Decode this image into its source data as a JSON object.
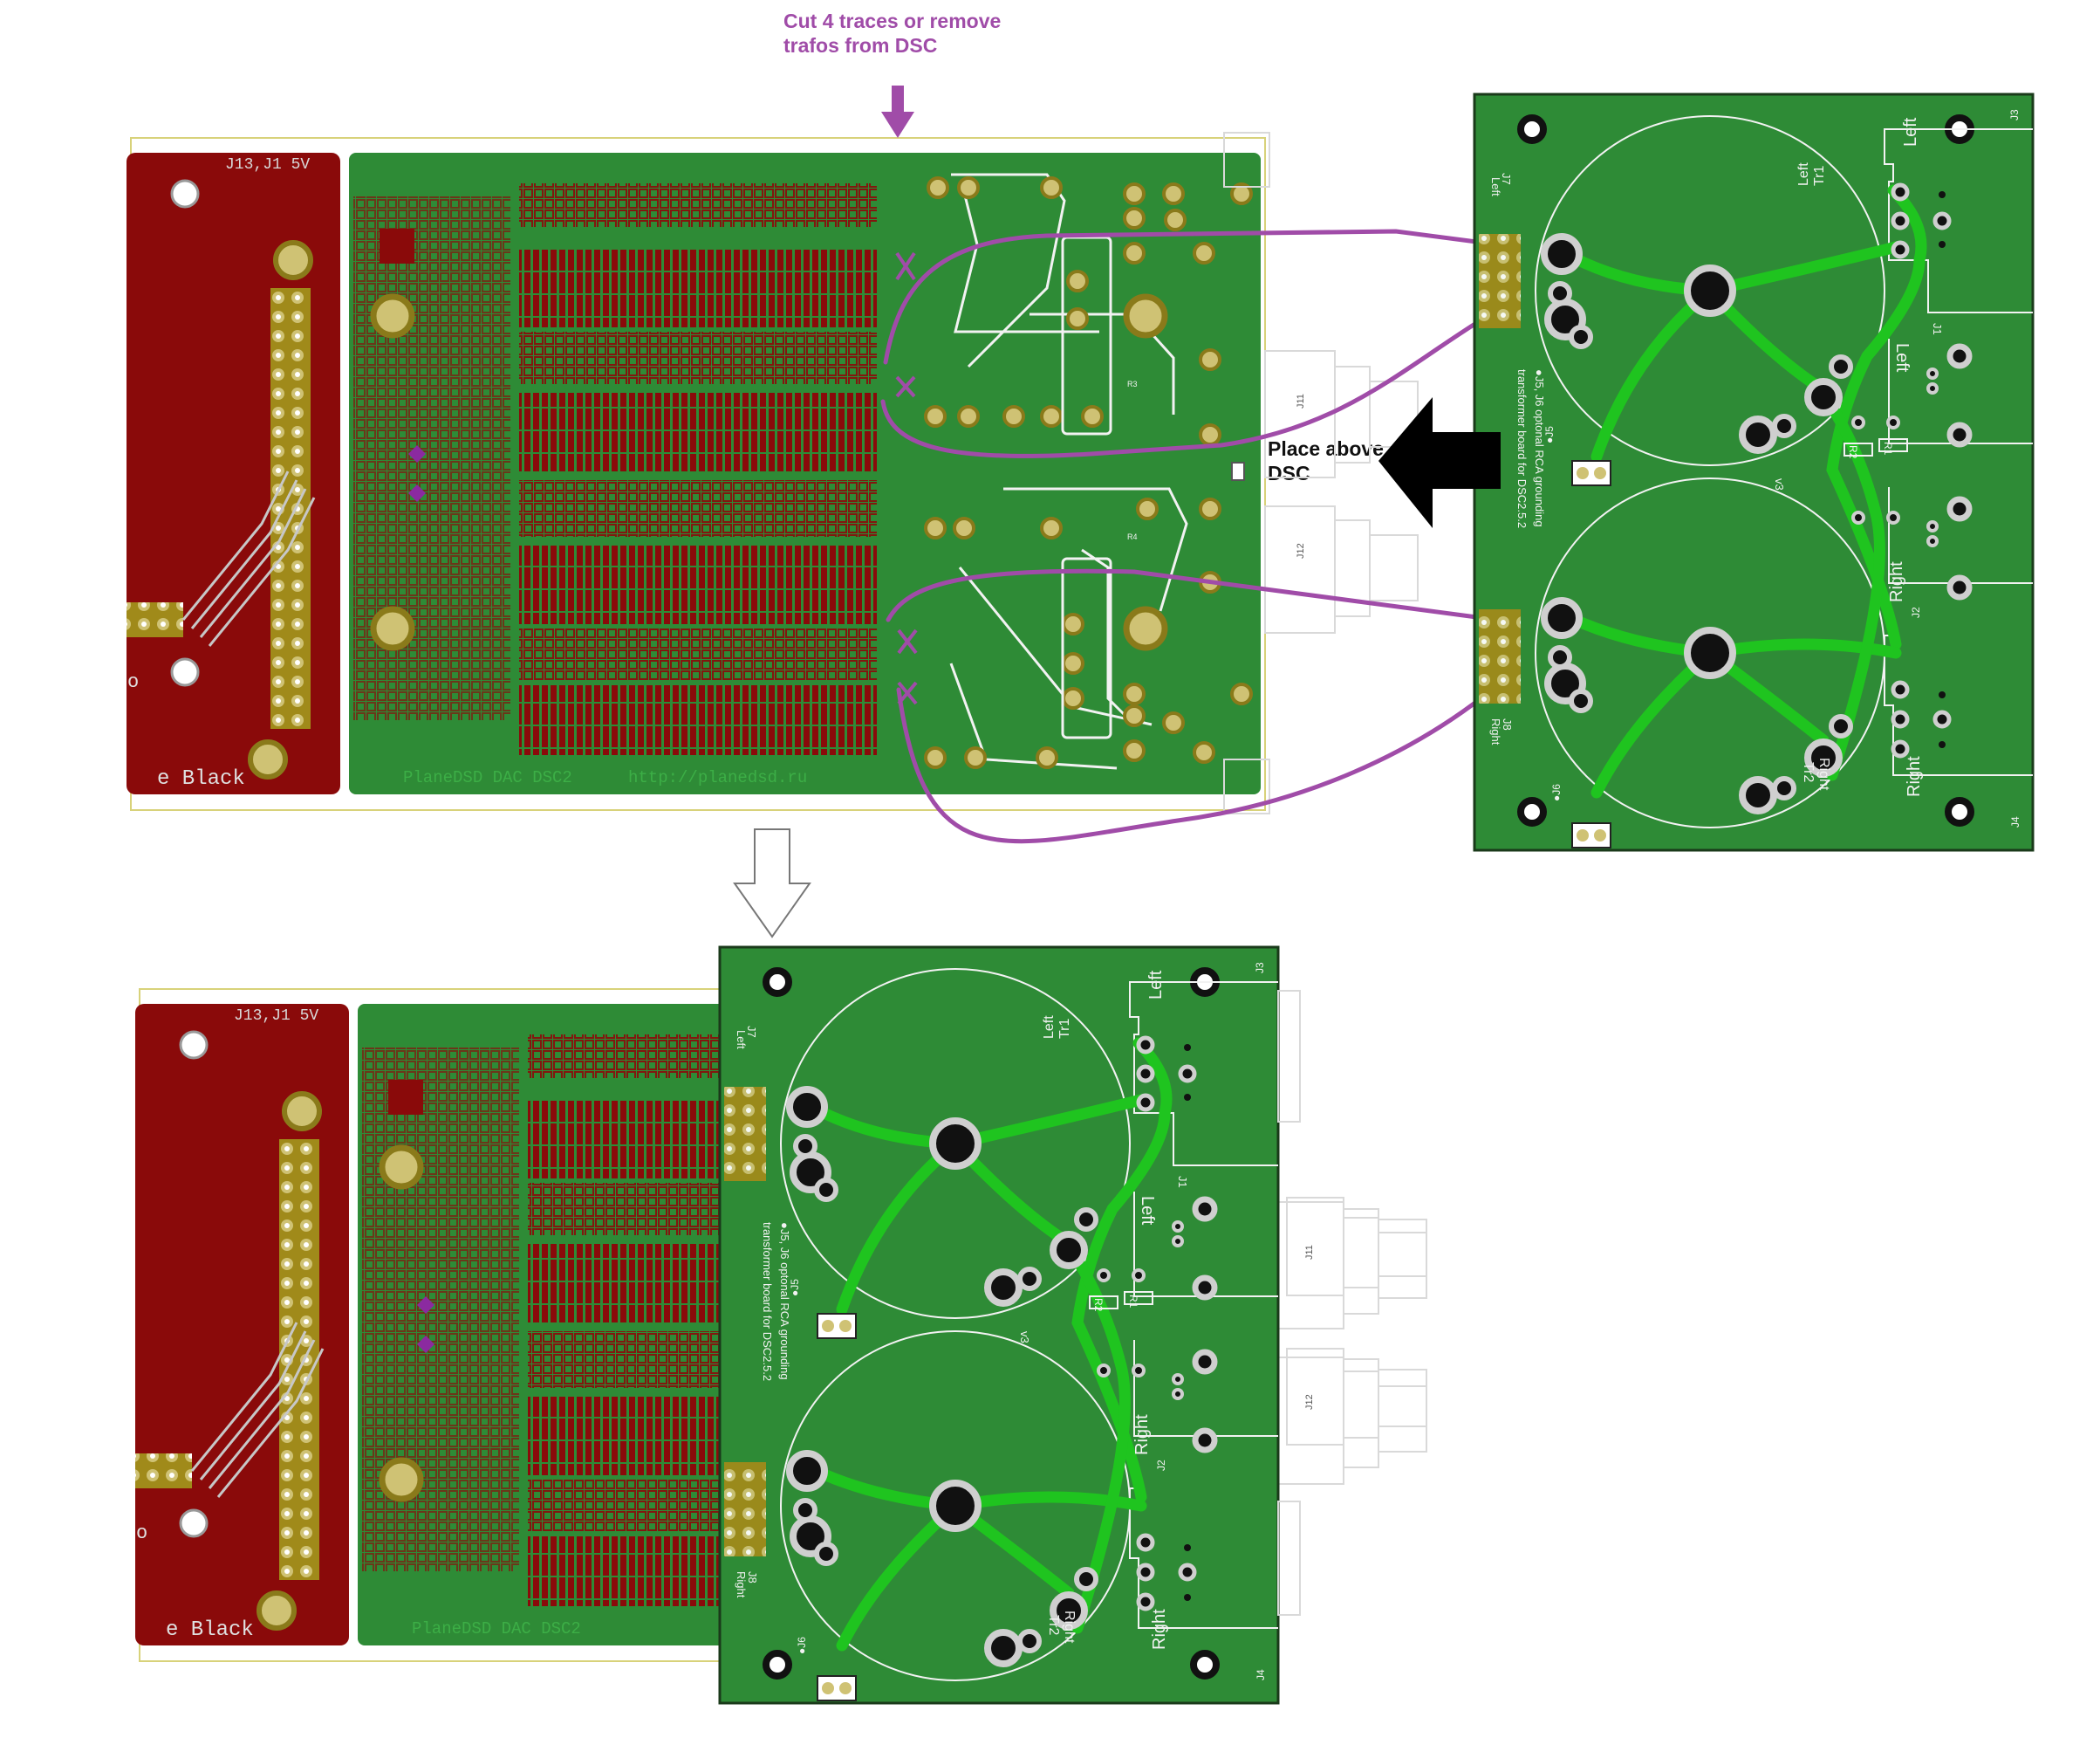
{
  "annotations": {
    "cut_traces": "Cut 4 traces or remove\ntrafos from DSC",
    "place_above": "Place above\nDSC"
  },
  "dsc_board": {
    "header_label": "J13,J1  5V",
    "footer_text_left": "e Black",
    "footer_text_mid": "PlaneDSD DAC DSC2",
    "footer_text_url": "http://planedsd.ru",
    "tiny_label": "o",
    "j11": "J11",
    "j12": "J12",
    "r3": "R3",
    "r4": "R4"
  },
  "trafo_board": {
    "tr1": "Tr1",
    "tr1_side": "Left",
    "tr2": "Tr2",
    "tr2_side": "Right",
    "j3": "J3",
    "j3_side": "Left",
    "j1": "J1",
    "j1_side": "Left",
    "j2": "J2",
    "j2_side": "Right",
    "j4": "J4",
    "j4_side": "Right",
    "j7": "J7",
    "j7_side": "Left",
    "j8": "J8",
    "j8_side": "Right",
    "j5": "●J5",
    "j6": "●J6",
    "r1": "R1",
    "r2": "R2",
    "version": "v3",
    "note_line1": "●J5, J6 optonal RCA grounding",
    "note_line2": "transformer board for DSC2.5.2"
  },
  "colors": {
    "board_green": "#2e8b36",
    "copper_green": "#1fc41f",
    "copper_red": "#8a0a0a",
    "annotation_purple": "#a04ca8",
    "silkscreen": "#f2f2f2"
  }
}
